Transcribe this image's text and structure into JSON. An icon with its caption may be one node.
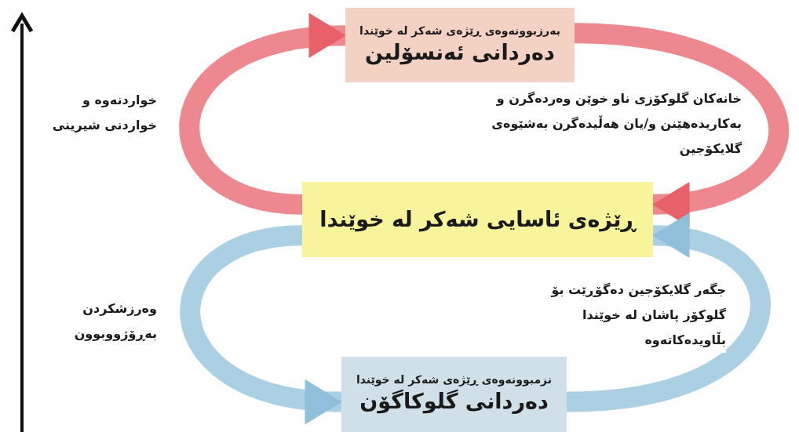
{
  "diagram": {
    "nodes": [
      {
        "text": [
          "بەرزبوونەوەی ڕێژەی شەکر لە خوێندا",
          "دەردانی ئەنسۆلین"
        ]
      },
      {
        "text": [
          "ڕێژەی ئاسایی شەکر لە خوێندا"
        ]
      },
      {
        "text": [
          "نزمبوونەوەی ڕێژەی شەکر لە خوێندا",
          "دەردانی گلوکاگۆن"
        ]
      }
    ],
    "edges": [
      {
        "from": 1,
        "to": 0,
        "arrow": "to",
        "label": "خواردنەوە و خواردنی شیرینی",
        "color": "#e8606a"
      },
      {
        "from": 0,
        "to": 1,
        "arrow": "to",
        "label": "خانەکان گلوکۆزی ناو خوێن وەردەگرن و بەکاریدەهێنن و/یان هەڵیدەگرن بەشێوەی گلایکۆجین",
        "color": "#e8606a"
      },
      {
        "from": 1,
        "to": 2,
        "arrow": "to",
        "label": "وەرزشکردن بەڕۆژووبوون",
        "color": "#8fbfda"
      },
      {
        "from": 2,
        "to": 1,
        "arrow": "to",
        "label": "جگەر گلایکۆجین دەگۆڕێت بۆ گلوکۆز پاشان لە خوێندا بڵاویدەکاتەوە",
        "color": "#8fbfda"
      }
    ]
  }
}
